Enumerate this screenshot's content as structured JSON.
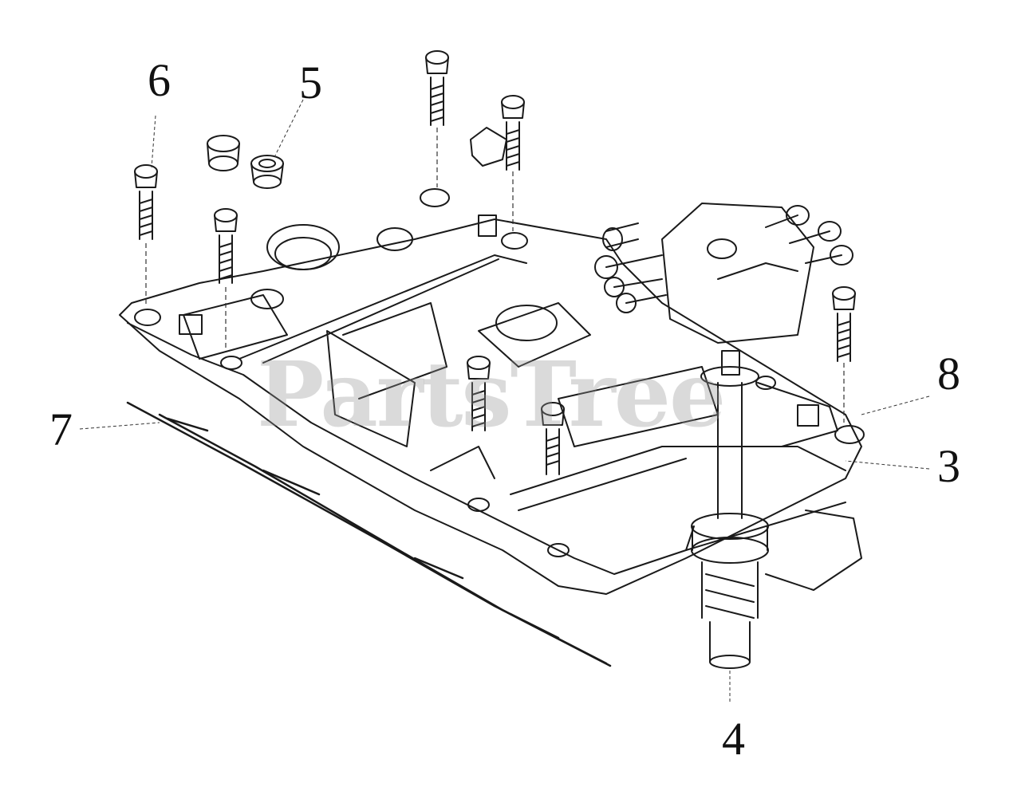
{
  "diagram": {
    "callouts": {
      "c6": "6",
      "c5": "5",
      "c7": "7",
      "c8": "8",
      "c3": "3",
      "c4": "4"
    },
    "watermark": "PartsTree"
  },
  "colors": {
    "line": "#1a1a1a",
    "background": "#ffffff",
    "watermark": "#a0a0a0"
  }
}
